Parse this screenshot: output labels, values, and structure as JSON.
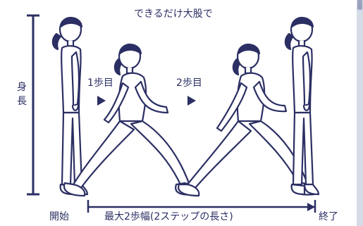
{
  "caption": "できるだけ大股で",
  "height_label": "身\n長",
  "steps": [
    {
      "label": "1歩目"
    },
    {
      "label": "2歩目"
    }
  ],
  "start_label": "開始",
  "end_label": "終了",
  "measurement_label": "最大2歩幅(2ステップの長さ)",
  "colors": {
    "line": "#2b2f63",
    "skin": "#ffffff",
    "hair": "#2b2f63",
    "scrollbar": "#d6dbe8"
  },
  "icons": {
    "arrow": "right-triangle-icon"
  }
}
